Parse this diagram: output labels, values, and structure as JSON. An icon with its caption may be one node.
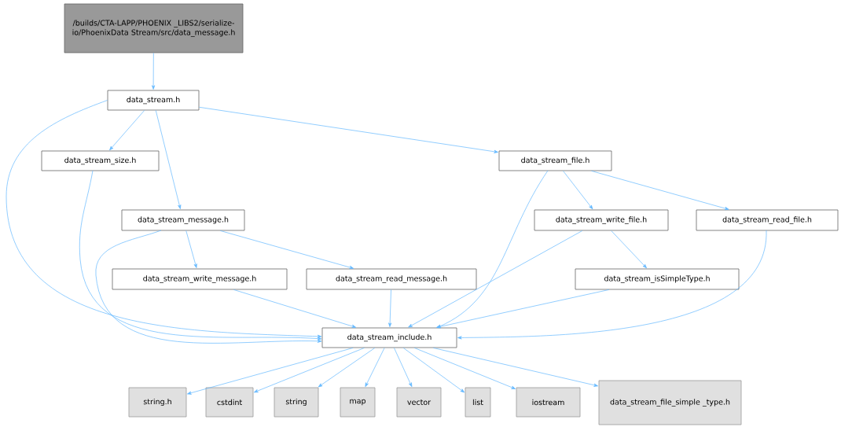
{
  "diagram": {
    "nodes": [
      {
        "text": [
          "/builds/CTA-LAPP/PHOENIX _LIBS2/serialize-io/PhoenixData Stream/src/data_message.h"
        ]
      },
      {
        "text": [
          "data_stream.h"
        ]
      },
      {
        "text": [
          "data_stream_size.h"
        ]
      },
      {
        "text": [
          "data_stream_file.h"
        ]
      },
      {
        "text": [
          "data_stream_message.h"
        ]
      },
      {
        "text": [
          "data_stream_write_file.h"
        ]
      },
      {
        "text": [
          "data_stream_read_file.h"
        ]
      },
      {
        "text": [
          "data_stream_write_message.h"
        ]
      },
      {
        "text": [
          "data_stream_read_message.h"
        ]
      },
      {
        "text": [
          "data_stream_isSimpleType.h"
        ]
      },
      {
        "text": [
          "data_stream_include.h"
        ]
      },
      {
        "text": [
          "string.h"
        ]
      },
      {
        "text": [
          "cstdint"
        ]
      },
      {
        "text": [
          "string"
        ]
      },
      {
        "text": [
          "map"
        ]
      },
      {
        "text": [
          "vector"
        ]
      },
      {
        "text": [
          "list"
        ]
      },
      {
        "text": [
          "iostream"
        ]
      },
      {
        "text": [
          "data_stream_file_simple _type.h"
        ]
      }
    ],
    "edges": [
      {
        "from": 0,
        "to": 1,
        "arrow": "to"
      },
      {
        "from": 1,
        "to": 2,
        "arrow": "to"
      },
      {
        "from": 1,
        "to": 10,
        "arrow": "to"
      },
      {
        "from": 1,
        "to": 4,
        "arrow": "to"
      },
      {
        "from": 1,
        "to": 3,
        "arrow": "to"
      },
      {
        "from": 2,
        "to": 10,
        "arrow": "to"
      },
      {
        "from": 3,
        "to": 10,
        "arrow": "to"
      },
      {
        "from": 3,
        "to": 5,
        "arrow": "to"
      },
      {
        "from": 3,
        "to": 6,
        "arrow": "to"
      },
      {
        "from": 4,
        "to": 10,
        "arrow": "to"
      },
      {
        "from": 4,
        "to": 7,
        "arrow": "to"
      },
      {
        "from": 4,
        "to": 8,
        "arrow": "to"
      },
      {
        "from": 5,
        "to": 10,
        "arrow": "to"
      },
      {
        "from": 5,
        "to": 9,
        "arrow": "to"
      },
      {
        "from": 6,
        "to": 10,
        "arrow": "to"
      },
      {
        "from": 7,
        "to": 10,
        "arrow": "to"
      },
      {
        "from": 8,
        "to": 10,
        "arrow": "to"
      },
      {
        "from": 9,
        "to": 10,
        "arrow": "to"
      },
      {
        "from": 10,
        "to": 11,
        "arrow": "to"
      },
      {
        "from": 10,
        "to": 12,
        "arrow": "to"
      },
      {
        "from": 10,
        "to": 13,
        "arrow": "to"
      },
      {
        "from": 10,
        "to": 14,
        "arrow": "to"
      },
      {
        "from": 10,
        "to": 15,
        "arrow": "to"
      },
      {
        "from": 10,
        "to": 16,
        "arrow": "to"
      },
      {
        "from": 10,
        "to": 17,
        "arrow": "to"
      },
      {
        "from": 10,
        "to": 18,
        "arrow": "to"
      }
    ]
  }
}
